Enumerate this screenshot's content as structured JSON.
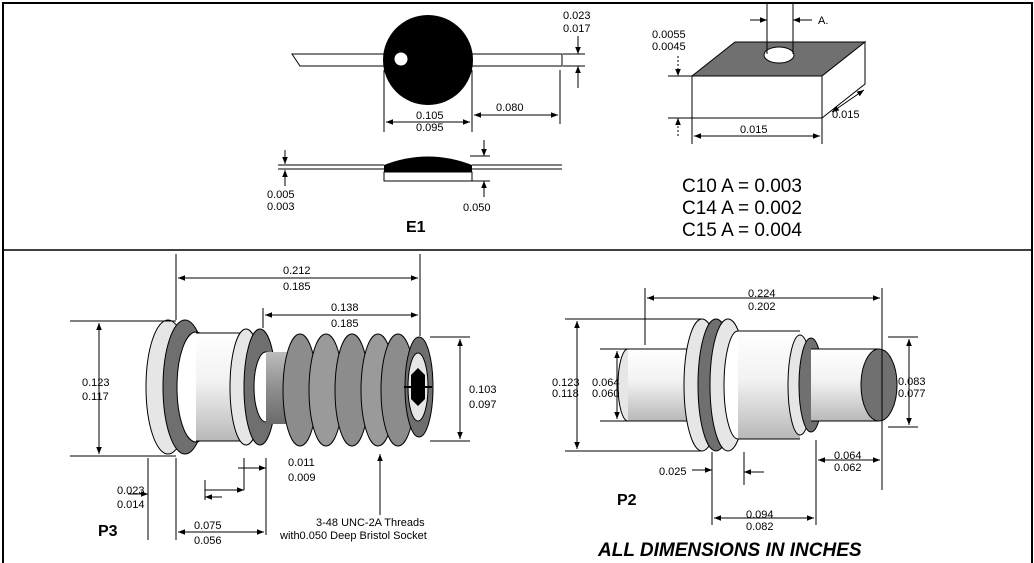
{
  "e1": {
    "label": "E1",
    "dims": {
      "lead_max": "0.023",
      "lead_min": "0.017",
      "dia_max": "0.105",
      "dia_min": "0.095",
      "lead_len": "0.080",
      "thick_max": "0.005",
      "thick_min": "0.003",
      "height": "0.050"
    }
  },
  "chip": {
    "dims": {
      "hole": "A.",
      "pad_max": "0.0055",
      "pad_min": "0.0045",
      "length": "0.015",
      "width": "0.015"
    },
    "equations": [
      "C10 A = 0.003",
      "C14 A = 0.002",
      "C15 A = 0.004"
    ]
  },
  "p3": {
    "label": "P3",
    "dims": {
      "overall_max": "0.212",
      "overall_min": "0.185",
      "thread_max": "0.138",
      "thread_min": "0.185",
      "dia_max": "0.123",
      "dia_min": "0.117",
      "socket_max": "0.103",
      "socket_min": "0.097",
      "pitch_max": "0.011",
      "pitch_min": "0.009",
      "flange_max": "0.023",
      "flange_min": "0.014",
      "neck_max": "0.075",
      "neck_min": "0.056"
    },
    "note_line1": "3-48 UNC-2A Threads",
    "note_line2": "with0.050 Deep Bristol Socket"
  },
  "p2": {
    "label": "P2",
    "dims": {
      "overall_max": "0.224",
      "overall_min": "0.202",
      "dia_max": "0.123",
      "dia_min": "0.118",
      "pin_max": "0.064",
      "pin_min": "0.060",
      "end_max": "0.083",
      "end_min": "0.077",
      "gap": "0.025",
      "tip_max": "0.064",
      "tip_min": "0.062",
      "body_max": "0.094",
      "body_min": "0.082"
    }
  },
  "footer": {
    "note": "ALL DIMENSIONS IN INCHES"
  }
}
